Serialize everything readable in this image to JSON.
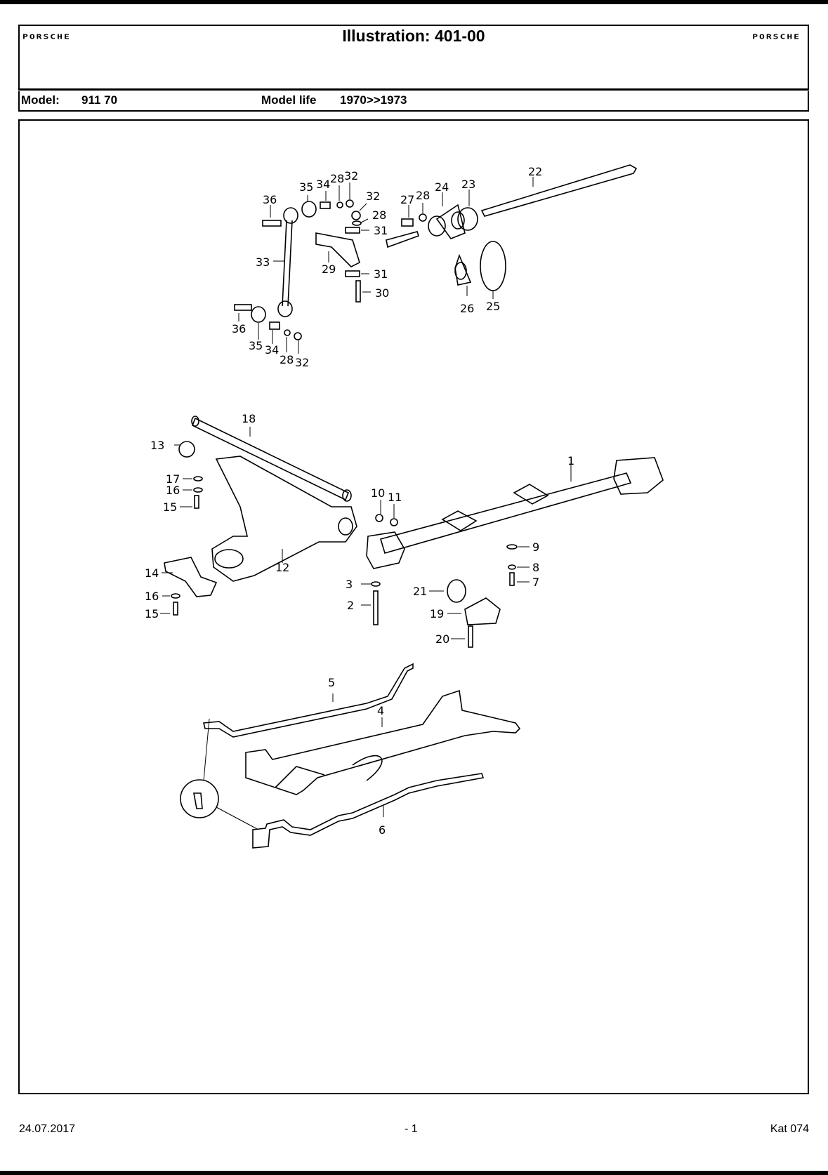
{
  "header": {
    "brand_left": "PORSCHE",
    "brand_right": "PORSCHE",
    "title": "Illustration: 401-00"
  },
  "model_row": {
    "model_label": "Model:",
    "model_value": "911 70",
    "life_label": "Model life",
    "life_value": "1970>>1973"
  },
  "illustration": {
    "callouts": {
      "c1": "1",
      "c2": "2",
      "c3": "3",
      "c4": "4",
      "c5": "5",
      "c6": "6",
      "c7": "7",
      "c8": "8",
      "c9": "9",
      "c10": "10",
      "c11": "11",
      "c12": "12",
      "c13": "13",
      "c14": "14",
      "c15a": "15",
      "c15b": "15",
      "c16a": "16",
      "c16b": "16",
      "c17": "17",
      "c18": "18",
      "c19": "19",
      "c20": "20",
      "c21": "21",
      "c22": "22",
      "c23": "23",
      "c24": "24",
      "c25": "25",
      "c26": "26",
      "c27": "27",
      "c28a": "28",
      "c28b": "28",
      "c28c": "28",
      "c28d": "28",
      "c29": "29",
      "c30": "30",
      "c31a": "31",
      "c31b": "31",
      "c32a": "32",
      "c32b": "32",
      "c32c": "32",
      "c33": "33",
      "c34a": "34",
      "c34b": "34",
      "c35a": "35",
      "c35b": "35",
      "c36a": "36",
      "c36b": "36"
    }
  },
  "footer": {
    "date": "24.07.2017",
    "page": "- 1",
    "catalog": "Kat 074"
  }
}
